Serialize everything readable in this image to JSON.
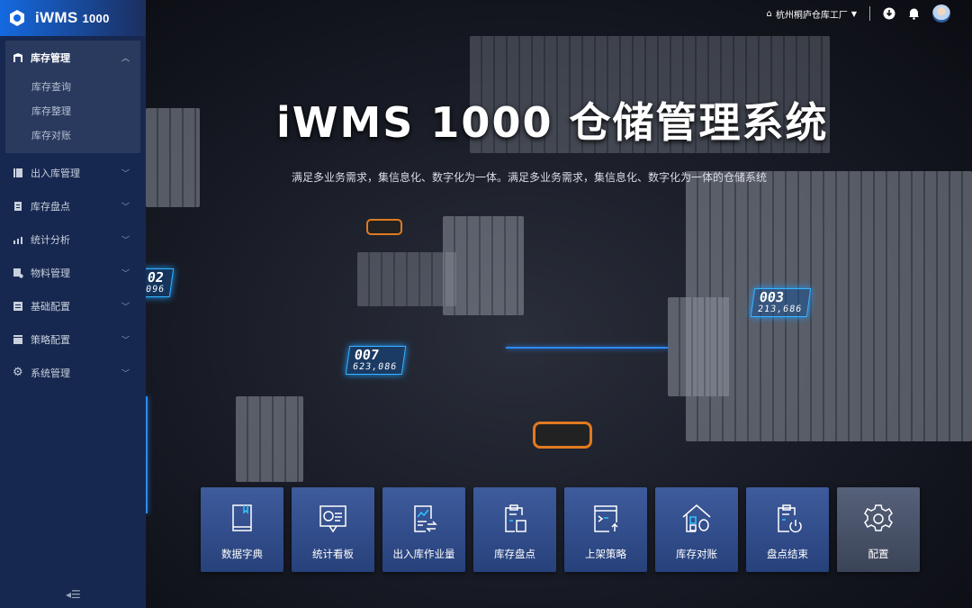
{
  "app": {
    "name": "iWMS",
    "version": "1000"
  },
  "sidebar": {
    "expanded": {
      "label": "库存管理",
      "children": [
        "库存查询",
        "库存整理",
        "库存对账"
      ]
    },
    "items": [
      {
        "label": "出入库管理",
        "icon": "inbound-outbound-icon"
      },
      {
        "label": "库存盘点",
        "icon": "clipboard-icon"
      },
      {
        "label": "统计分析",
        "icon": "bar-chart-icon"
      },
      {
        "label": "物料管理",
        "icon": "material-gear-icon"
      },
      {
        "label": "基础配置",
        "icon": "config-icon"
      },
      {
        "label": "策略配置",
        "icon": "strategy-icon"
      },
      {
        "label": "系统管理",
        "icon": "gear-icon"
      }
    ]
  },
  "topbar": {
    "warehouse": "杭州桐庐仓库工厂"
  },
  "hero": {
    "title": "iWMS 1000 仓储管理系统",
    "subtitle": "满足多业务需求，集信息化、数字化为一体。满足多业务需求，集信息化、数字化为一体的仓储系统",
    "tags": [
      {
        "id": "007",
        "value": "623,086"
      },
      {
        "id": "003",
        "value": "213,686"
      },
      {
        "id": "02",
        "value": "096"
      }
    ]
  },
  "tiles": [
    {
      "label": "数据字典",
      "icon": "book-icon"
    },
    {
      "label": "统计看板",
      "icon": "dashboard-board-icon"
    },
    {
      "label": "出入库作业量",
      "icon": "io-volume-icon"
    },
    {
      "label": "库存盘点",
      "icon": "inventory-check-icon"
    },
    {
      "label": "上架策略",
      "icon": "shelving-strategy-icon"
    },
    {
      "label": "库存对账",
      "icon": "reconcile-icon"
    },
    {
      "label": "盘点结束",
      "icon": "check-end-icon"
    },
    {
      "label": "配置",
      "icon": "settings-icon"
    }
  ]
}
